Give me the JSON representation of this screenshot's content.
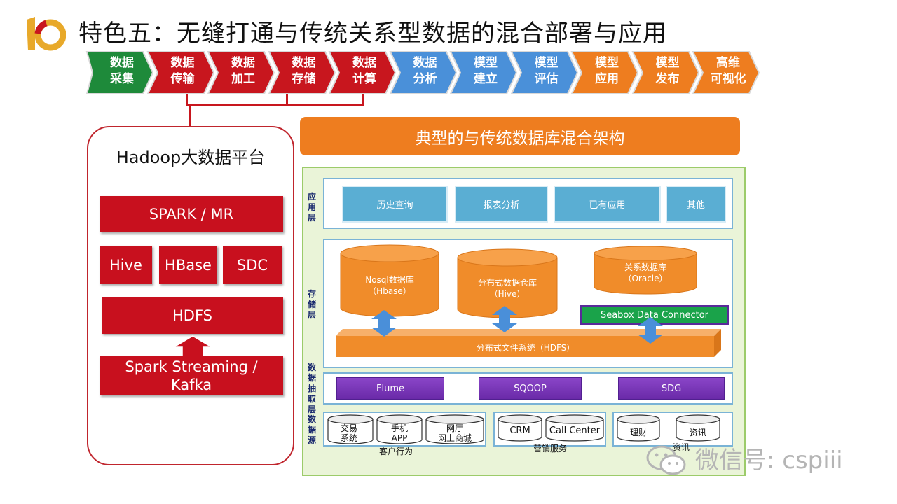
{
  "title": "特色五：无缝打通与传统关系型数据的混合部署与应用",
  "steps": [
    {
      "label": "数据\n采集",
      "color": "#1e8a3a"
    },
    {
      "label": "数据\n传输",
      "color": "#c8161e"
    },
    {
      "label": "数据\n加工",
      "color": "#c8161e"
    },
    {
      "label": "数据\n存储",
      "color": "#c8161e"
    },
    {
      "label": "数据\n计算",
      "color": "#c8161e"
    },
    {
      "label": "数据\n分析",
      "color": "#4a90d9"
    },
    {
      "label": "模型\n建立",
      "color": "#4a90d9"
    },
    {
      "label": "模型\n评估",
      "color": "#4a90d9"
    },
    {
      "label": "模型\n应用",
      "color": "#ee7d1f"
    },
    {
      "label": "模型\n发布",
      "color": "#ee7d1f"
    },
    {
      "label": "高维\n可视化",
      "color": "#ee7d1f"
    }
  ],
  "hadoop": {
    "title": "Hadoop大数据平台",
    "spark_mr": "SPARK / MR",
    "hive": "Hive",
    "hbase": "HBase",
    "sdc": "SDC",
    "hdfs": "HDFS",
    "streaming": "Spark Streaming /\nKafka"
  },
  "arch": {
    "banner": "典型的与传统数据库混合架构",
    "layers": {
      "app": "应用层",
      "storage": "存储层",
      "extract": "数据抽取层",
      "source": "数据源"
    },
    "apps": [
      "历史查询",
      "报表分析",
      "已有应用",
      "其他"
    ],
    "storage": {
      "nosql": "Nosql数据库\n（Hbase）",
      "dw": "分布式数据仓库\n（Hive）",
      "rdb": "关系数据库\n（Oracle）",
      "seabox": "Seabox Data Connector",
      "hdfs": "分布式文件系统（HDFS）"
    },
    "extract": [
      "Flume",
      "SQOOP",
      "SDG"
    ],
    "sources": {
      "customer": {
        "caption": "客户行为",
        "items": [
          "交易\n系统",
          "手机\nAPP",
          "网厅\n网上商城"
        ]
      },
      "marketing": {
        "caption": "营销服务",
        "items": [
          "CRM",
          "Call Center"
        ]
      },
      "info": {
        "caption": "资讯",
        "items": [
          "理财",
          "资讯"
        ]
      }
    }
  },
  "watermark": "微信号: cspiii"
}
